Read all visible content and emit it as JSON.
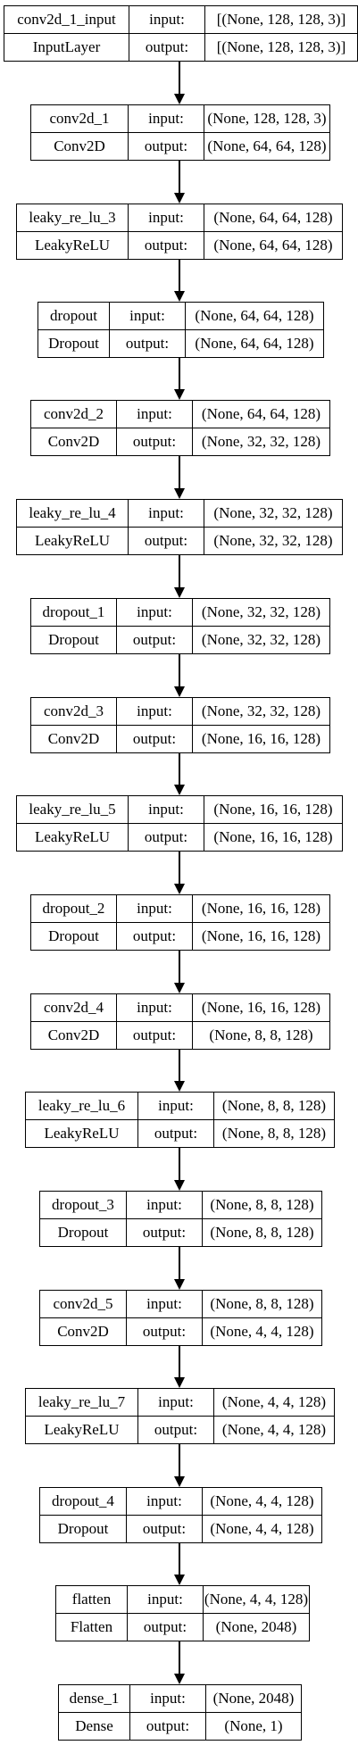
{
  "labels": {
    "input": "input:",
    "output": "output:"
  },
  "layers": [
    {
      "name": "conv2d_1_input",
      "type": "InputLayer",
      "input": "[(None, 128, 128, 3)]",
      "output": "[(None, 128, 128, 3)]"
    },
    {
      "name": "conv2d_1",
      "type": "Conv2D",
      "input": "(None, 128, 128, 3)",
      "output": "(None, 64, 64, 128)"
    },
    {
      "name": "leaky_re_lu_3",
      "type": "LeakyReLU",
      "input": "(None, 64, 64, 128)",
      "output": "(None, 64, 64, 128)"
    },
    {
      "name": "dropout",
      "type": "Dropout",
      "input": "(None, 64, 64, 128)",
      "output": "(None, 64, 64, 128)"
    },
    {
      "name": "conv2d_2",
      "type": "Conv2D",
      "input": "(None, 64, 64, 128)",
      "output": "(None, 32, 32, 128)"
    },
    {
      "name": "leaky_re_lu_4",
      "type": "LeakyReLU",
      "input": "(None, 32, 32, 128)",
      "output": "(None, 32, 32, 128)"
    },
    {
      "name": "dropout_1",
      "type": "Dropout",
      "input": "(None, 32, 32, 128)",
      "output": "(None, 32, 32, 128)"
    },
    {
      "name": "conv2d_3",
      "type": "Conv2D",
      "input": "(None, 32, 32, 128)",
      "output": "(None, 16, 16, 128)"
    },
    {
      "name": "leaky_re_lu_5",
      "type": "LeakyReLU",
      "input": "(None, 16, 16, 128)",
      "output": "(None, 16, 16, 128)"
    },
    {
      "name": "dropout_2",
      "type": "Dropout",
      "input": "(None, 16, 16, 128)",
      "output": "(None, 16, 16, 128)"
    },
    {
      "name": "conv2d_4",
      "type": "Conv2D",
      "input": "(None, 16, 16, 128)",
      "output": "(None, 8, 8, 128)"
    },
    {
      "name": "leaky_re_lu_6",
      "type": "LeakyReLU",
      "input": "(None, 8, 8, 128)",
      "output": "(None, 8, 8, 128)"
    },
    {
      "name": "dropout_3",
      "type": "Dropout",
      "input": "(None, 8, 8, 128)",
      "output": "(None, 8, 8, 128)"
    },
    {
      "name": "conv2d_5",
      "type": "Conv2D",
      "input": "(None, 8, 8, 128)",
      "output": "(None, 4, 4, 128)"
    },
    {
      "name": "leaky_re_lu_7",
      "type": "LeakyReLU",
      "input": "(None, 4, 4, 128)",
      "output": "(None, 4, 4, 128)"
    },
    {
      "name": "dropout_4",
      "type": "Dropout",
      "input": "(None, 4, 4, 128)",
      "output": "(None, 4, 4, 128)"
    },
    {
      "name": "flatten",
      "type": "Flatten",
      "input": "(None, 4, 4, 128)",
      "output": "(None, 2048)"
    },
    {
      "name": "dense_1",
      "type": "Dense",
      "input": "(None, 2048)",
      "output": "(None, 1)"
    }
  ]
}
